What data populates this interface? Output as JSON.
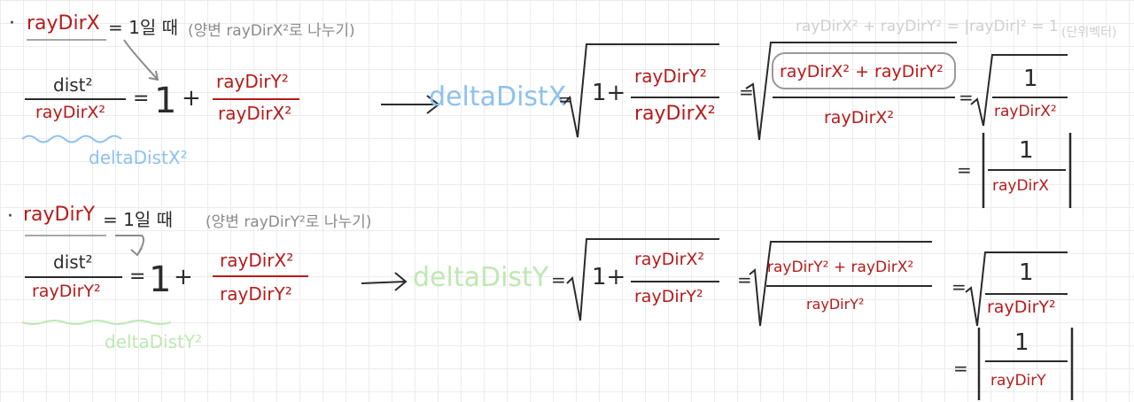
{
  "section1": {
    "bullet": "·",
    "condition_var": "rayDirX",
    "condition_eq": "= 1일 때",
    "condition_note": "(양변 rayDirX²로 나누기)",
    "top_right_note": "rayDirX² + rayDirY² = |rayDir|² = 1",
    "top_right_unit": "(단위벡터)",
    "lhs_num": "dist²",
    "lhs_den": "rayDirX²",
    "eq1": "=",
    "one": "1",
    "plus": "+",
    "rhs_num": "rayDirY²",
    "rhs_den": "rayDirX²",
    "lhs_label": "deltaDistX²",
    "arrow": "⟶",
    "result_var": "deltaDistX",
    "eq2": "=",
    "sqrt_one_plus": "1+",
    "sqrt_num": "rayDirY²",
    "sqrt_den": "rayDirX²",
    "eq3": "=",
    "sqrt2_num": "rayDirX² + rayDirY²",
    "sqrt2_den": "rayDirX²",
    "eq4": "=",
    "sqrt3_num": "1",
    "sqrt3_den": "rayDirX²",
    "eq5": "=",
    "abs_num": "1",
    "abs_den": "rayDirX"
  },
  "section2": {
    "bullet": "·",
    "condition_var": "rayDirY",
    "condition_eq": "= 1일 때",
    "condition_note": "(양변 rayDirY²로 나누기)",
    "lhs_num": "dist²",
    "lhs_den": "rayDirY²",
    "eq1": "=",
    "one": "1",
    "plus": "+",
    "rhs_num": "rayDirX²",
    "rhs_den": "rayDirY²",
    "lhs_label": "deltaDistY²",
    "arrow": "⟶",
    "result_var": "deltaDistY",
    "eq2": "=",
    "sqrt_one_plus": "1+",
    "sqrt_num": "rayDirX²",
    "sqrt_den": "rayDirY²",
    "eq3": "=",
    "sqrt2_num": "rayDirY² + rayDirX²",
    "sqrt2_den": "rayDirY²",
    "eq4": "=",
    "sqrt3_num": "1",
    "sqrt3_den": "rayDirY²",
    "eq5": "=",
    "abs_num": "1",
    "abs_den": "rayDirY"
  },
  "colors": {
    "ink_red": "#b51b1b",
    "ink_black": "#2b2b2b",
    "ink_gray": "#8a8a8a",
    "ink_light_gray": "#cfcfcf",
    "ink_blue": "#8ec1ee",
    "ink_green": "#bfe8b3",
    "grid": "#ececec"
  }
}
